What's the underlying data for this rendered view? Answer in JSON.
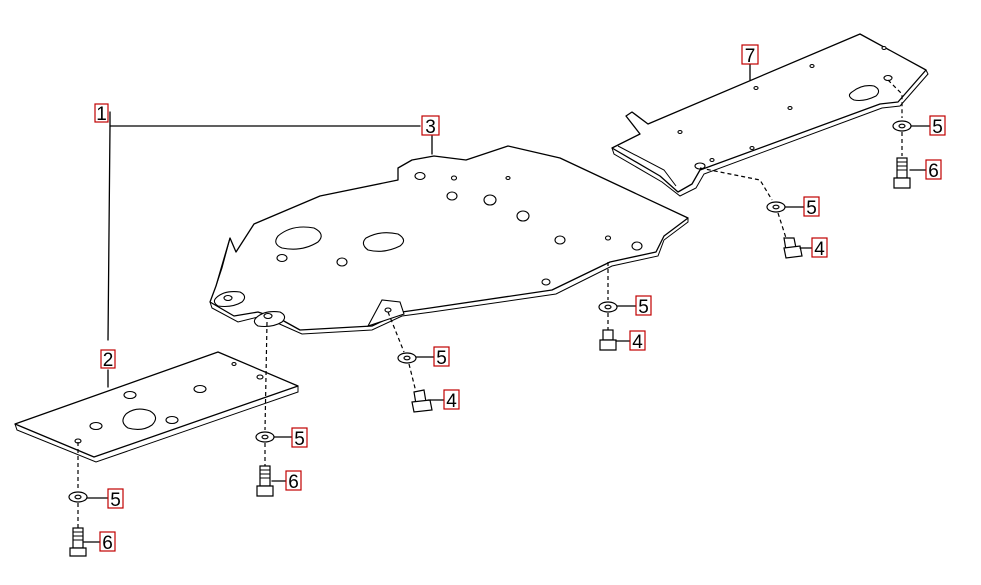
{
  "callouts": [
    {
      "id": "c1",
      "text": "1"
    },
    {
      "id": "c2",
      "text": "2"
    },
    {
      "id": "c3",
      "text": "3"
    },
    {
      "id": "c4a",
      "text": "4"
    },
    {
      "id": "c4b",
      "text": "4"
    },
    {
      "id": "c4c",
      "text": "4"
    },
    {
      "id": "c5a",
      "text": "5"
    },
    {
      "id": "c5b",
      "text": "5"
    },
    {
      "id": "c5c",
      "text": "5"
    },
    {
      "id": "c5d",
      "text": "5"
    },
    {
      "id": "c5e",
      "text": "5"
    },
    {
      "id": "c5f",
      "text": "5"
    },
    {
      "id": "c6a",
      "text": "6"
    },
    {
      "id": "c6b",
      "text": "6"
    },
    {
      "id": "c6c",
      "text": "6"
    },
    {
      "id": "c7",
      "text": "7"
    }
  ],
  "colors": {
    "callout_border": "#c00000",
    "line": "#000000"
  }
}
